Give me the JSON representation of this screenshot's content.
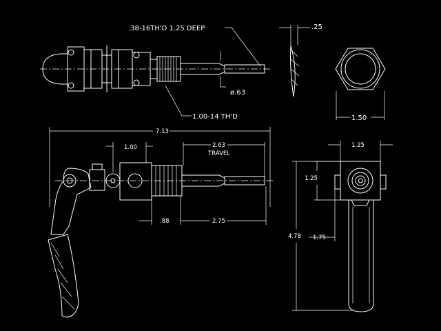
{
  "drawing": {
    "background": "#000000",
    "line_color": "#ffffff",
    "callouts": {
      "tap_note": ".38-16TH'D 1.25 DEEP",
      "bore_dia": "ø.63",
      "thread_note": "1.00-14 TH'D",
      "washer_thk": ".25"
    },
    "dimensions": {
      "hex_width": "1.50",
      "overall_length": "7.13",
      "pivot_to_body": "1.00",
      "travel_value": "2.63",
      "travel_label": "TRAVEL",
      "body_length": ".88",
      "plunger_length": "2.75",
      "end_width": "1.25",
      "end_height": "1.25",
      "handle_offset": "1.75",
      "overall_height": "4.78"
    }
  }
}
